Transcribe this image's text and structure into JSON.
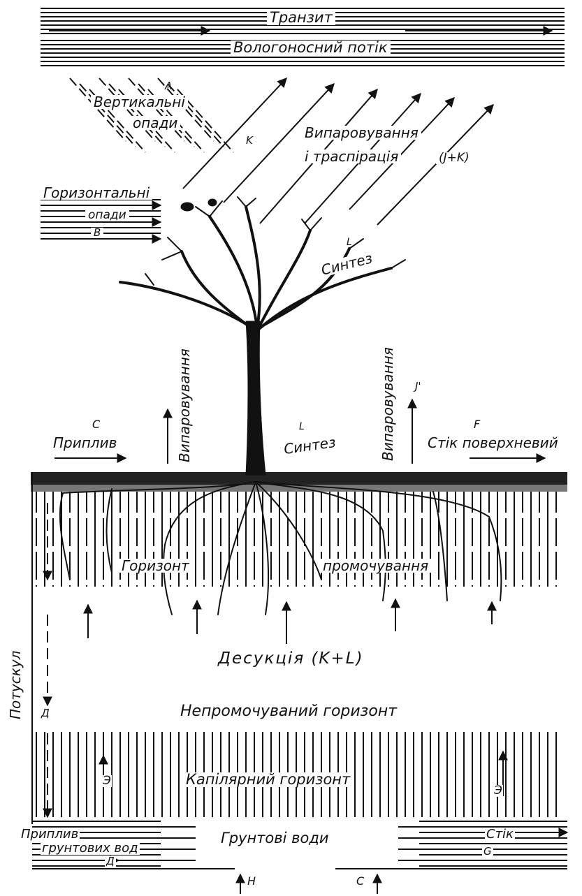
{
  "atmosphere": {
    "transit": "Транзит",
    "moisture_flow": "Вологоносний потік"
  },
  "precipitation": {
    "vertical_letter": "A",
    "vertical_line1": "Вертикальні",
    "vertical_line2": "опади",
    "horizontal_line1": "Горизонтальні",
    "horizontal_line2": "опади",
    "horizontal_letter": "B"
  },
  "evapotranspiration": {
    "letter": "K",
    "line1": "Випаровування",
    "line2": "і траспірація",
    "formula": "(J+K)"
  },
  "synthesis": {
    "crown_letter": "L",
    "crown_label": "Синтез",
    "ground_letter": "L",
    "ground_label": "Синтез"
  },
  "surface": {
    "inflow_letter": "C",
    "inflow_label": "Приплив",
    "evaporation_left": "Випаровування",
    "evaporation_right": "Випаровування",
    "j_letter": "J'",
    "runoff_letter": "F",
    "runoff_label": "Стік поверхневий"
  },
  "soil": {
    "horizon_left": "Горизонт",
    "horizon_right": "промочування",
    "desuction": "Десукція (K+L)",
    "dry_horizon": "Непромочуваний горизонт",
    "capillary_horizon": "Капілярний горизонт",
    "capillary_letter": "Э",
    "capillary_letter_right": "Э",
    "downflow": "Потускул",
    "downflow_letter": "Д"
  },
  "groundwater": {
    "inflow_line1": "Приплив",
    "inflow_line2": "грунтових вод",
    "inflow_letter": "Д",
    "label": "Грунтові води",
    "runoff_label": "Стік",
    "runoff_letter": "G",
    "h_letter": "H",
    "c_letter": "C"
  }
}
